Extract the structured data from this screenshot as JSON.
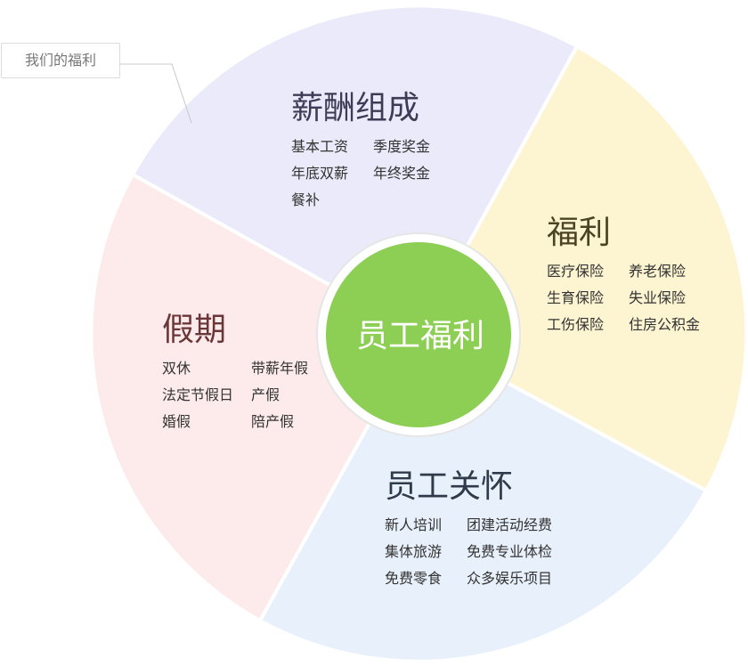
{
  "tag": {
    "label": "我们的福利"
  },
  "center": {
    "title": "员工福利",
    "color": "#8dcf55"
  },
  "segments": {
    "salary": {
      "title": "薪酬组成",
      "color": "#ebeafb",
      "items": [
        "基本工资",
        "季度奖金",
        "年底双薪",
        "年终奖金",
        "餐补"
      ]
    },
    "welfare": {
      "title": "福利",
      "color": "#fdf4d2",
      "items": [
        "医疗保险",
        "养老保险",
        "生育保险",
        "失业保险",
        "工伤保险",
        "住房公积金"
      ]
    },
    "care": {
      "title": "员工关怀",
      "color": "#e8f0fb",
      "items": [
        "新人培训",
        "团建活动经费",
        "集体旅游",
        "免费专业体检",
        "免费零食",
        "众多娱乐项目"
      ]
    },
    "holiday": {
      "title": "假期",
      "color": "#fdebeb",
      "items": [
        "双休",
        "带薪年假",
        "法定节假日",
        "产假",
        "婚假",
        "陪产假"
      ]
    }
  }
}
